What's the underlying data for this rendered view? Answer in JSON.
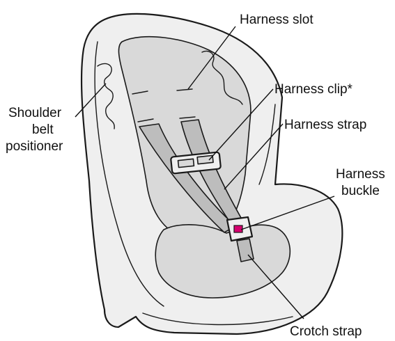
{
  "labels": {
    "harness_slot": "Harness slot",
    "harness_clip": "Harness clip*",
    "harness_strap": "Harness strap",
    "harness_buckle_line1": "Harness",
    "harness_buckle_line2": "buckle",
    "shoulder_belt_line1": "Shoulder",
    "shoulder_belt_line2": "belt",
    "shoulder_belt_line3": "positioner",
    "crotch_strap": "Crotch strap"
  },
  "colors": {
    "buckle_release": "#d6006f"
  }
}
